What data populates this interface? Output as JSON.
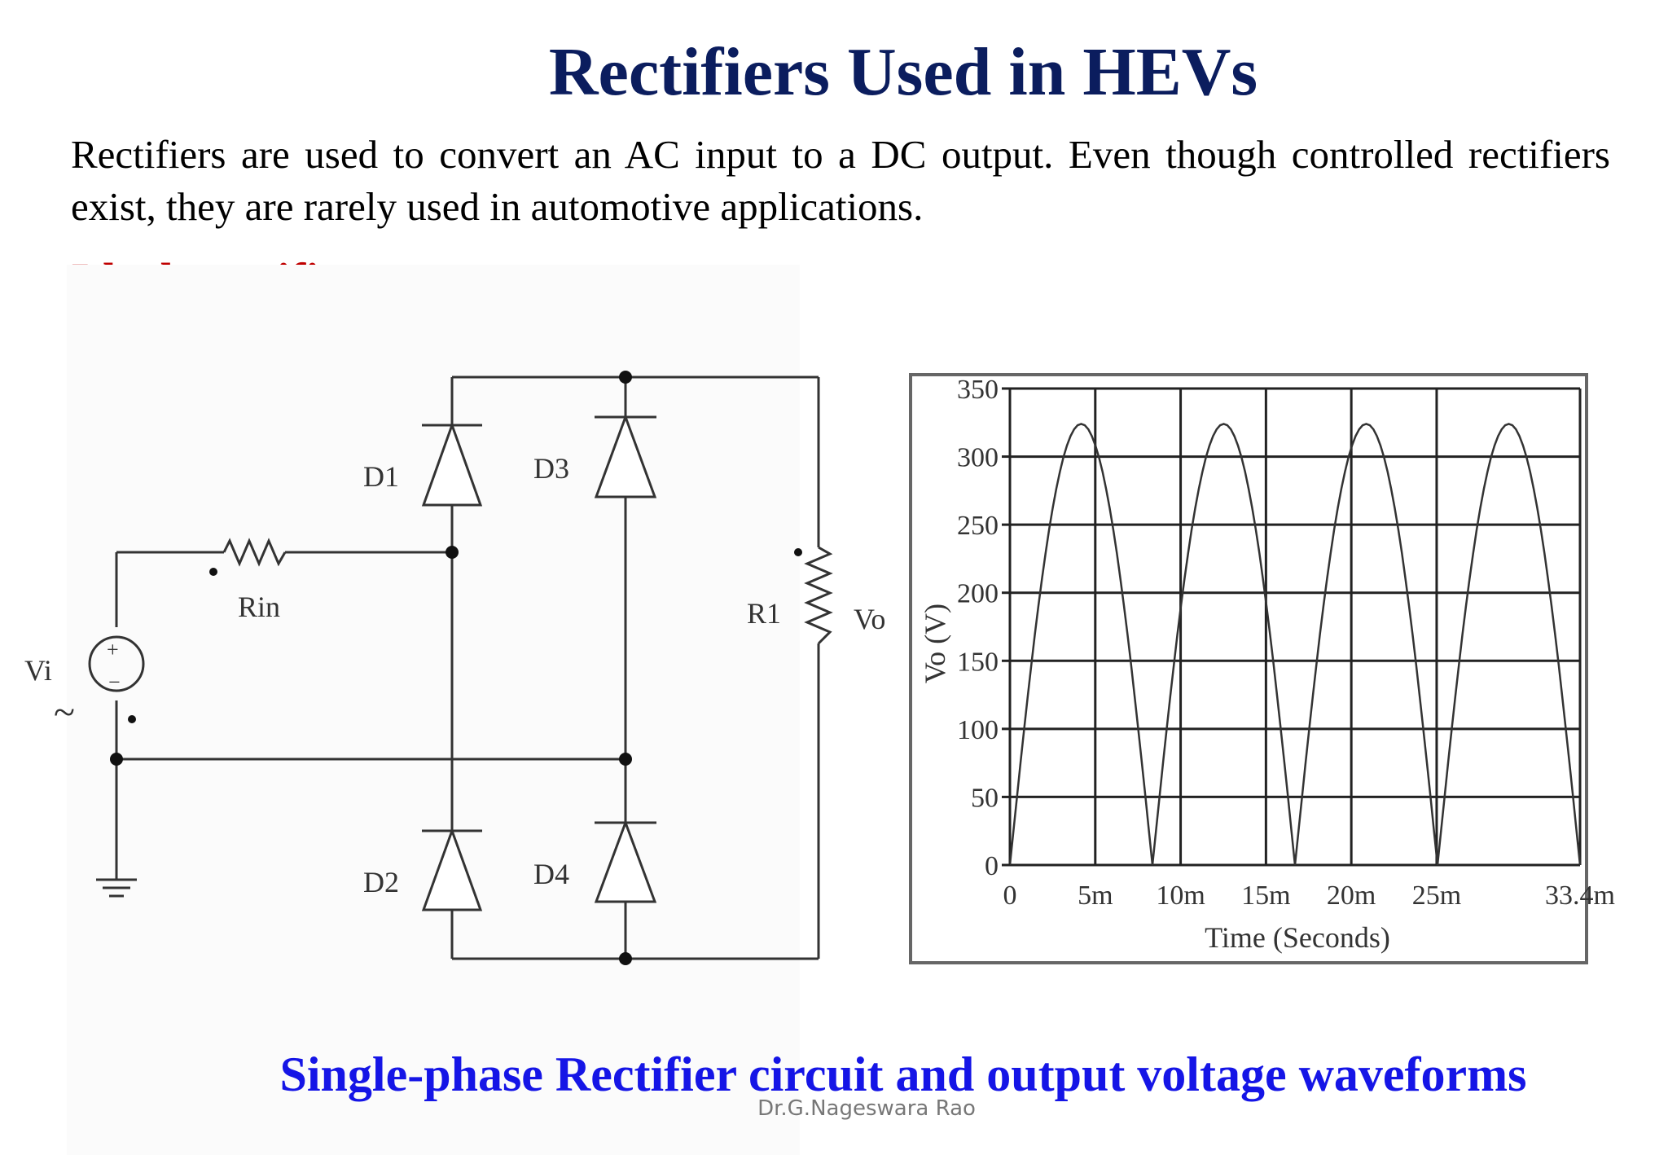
{
  "slide": {
    "title": "Rectifiers Used in HEVs",
    "intro": "Rectifiers are used to convert an AC input to a DC output. Even though controlled rectifiers exist, they are rarely used in automotive applications.",
    "subheading": "Ideal Rectifier",
    "caption": "Single-phase Rectifier circuit and output voltage waveforms",
    "footer": "Dr.G.Nageswara Rao"
  },
  "circuit": {
    "labels": {
      "vi": "Vi",
      "rin": "Rin",
      "d1": "D1",
      "d2": "D2",
      "d3": "D3",
      "d4": "D4",
      "r1": "R1",
      "vo": "Vo",
      "plus": "+",
      "minus": "−",
      "tilde": "~"
    }
  },
  "chart_data": {
    "type": "line",
    "title": "",
    "xlabel": "Time (Seconds)",
    "ylabel": "Vo (V)",
    "xlim": [
      0,
      33.4
    ],
    "ylim": [
      0,
      350
    ],
    "x_unit": "ms",
    "grid": true,
    "x_ticks": [
      0,
      5,
      10,
      15,
      20,
      25,
      33.4
    ],
    "x_tick_labels": [
      "0",
      "5m",
      "10m",
      "15m",
      "20m",
      "25m",
      "33.4m"
    ],
    "y_ticks": [
      0,
      50,
      100,
      150,
      200,
      250,
      300,
      350
    ],
    "y_tick_labels": [
      "0",
      "50",
      "100",
      "150",
      "200",
      "250",
      "300",
      "350"
    ],
    "series": [
      {
        "name": "",
        "x": [
          0,
          2.1,
          4.2,
          6.3,
          8.35,
          10.4,
          12.5,
          14.6,
          16.7,
          18.8,
          20.9,
          23.0,
          25.05,
          27.1,
          29.2,
          31.3,
          33.4
        ],
        "y": [
          0,
          229,
          324,
          229,
          0,
          229,
          324,
          229,
          0,
          229,
          324,
          229,
          0,
          229,
          324,
          229,
          0
        ]
      }
    ]
  }
}
